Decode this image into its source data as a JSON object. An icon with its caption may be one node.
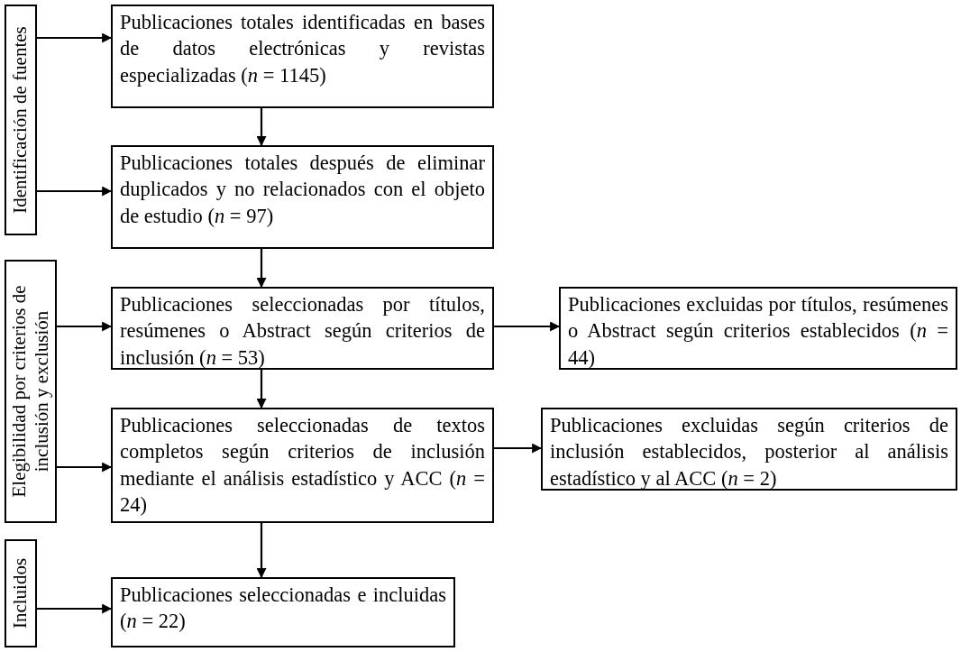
{
  "diagram": {
    "nodes": [
      {
        "text": [
          "Identificación de fuentes"
        ]
      },
      {
        "text": [
          "Publicaciones totales identificadas en bases de datos electrónicas y revistas especializadas (*n* = 1145)"
        ]
      },
      {
        "text": [
          "Publicaciones totales después de eliminar duplicados y no relacionados con el objeto de estudio (*n* = 97)"
        ]
      },
      {
        "text": [
          "Elegibilidad por criterios de inclusión y exclusión"
        ]
      },
      {
        "text": [
          "Publicaciones seleccionadas por títulos, resúmenes o Abstract según criterios de inclusión (*n* = 53)"
        ]
      },
      {
        "text": [
          "Publicaciones excluidas por títulos, resúmenes o Abstract según criterios establecidos (*n* = 44)"
        ]
      },
      {
        "text": [
          "Publicaciones seleccionadas de textos completos según criterios de inclusión mediante el análisis estadístico y ACC (*n* = 24)"
        ]
      },
      {
        "text": [
          "Publicaciones excluidas según criterios de inclusión establecidos, posterior al análisis estadístico y al ACC (*n* = 2)"
        ]
      },
      {
        "text": [
          "Incluidos"
        ]
      },
      {
        "text": [
          "Publicaciones seleccionadas e incluidas (*n* = 22)"
        ]
      }
    ],
    "edges": [
      {
        "from": 0,
        "to": 1,
        "arrow": "to"
      },
      {
        "from": 0,
        "to": 2,
        "arrow": "to"
      },
      {
        "from": 1,
        "to": 2,
        "arrow": "to"
      },
      {
        "from": 2,
        "to": 4,
        "arrow": "to"
      },
      {
        "from": 3,
        "to": 4,
        "arrow": "to"
      },
      {
        "from": 4,
        "to": 5,
        "arrow": "to"
      },
      {
        "from": 4,
        "to": 6,
        "arrow": "to"
      },
      {
        "from": 3,
        "to": 6,
        "arrow": "to"
      },
      {
        "from": 6,
        "to": 7,
        "arrow": "to"
      },
      {
        "from": 6,
        "to": 9,
        "arrow": "to"
      },
      {
        "from": 8,
        "to": 9,
        "arrow": "to"
      }
    ]
  }
}
